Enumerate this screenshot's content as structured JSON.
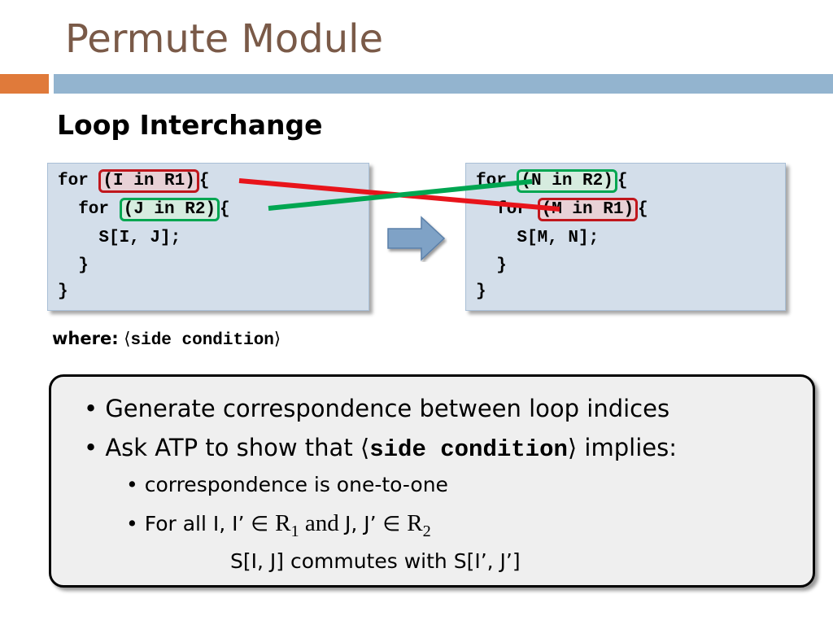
{
  "slide": {
    "title": "Permute Module",
    "subtitle": "Loop Interchange",
    "left_code": {
      "l1_kw": "for ",
      "l1_hl": "(I in R1)",
      "l1_tail": "{",
      "l2_kw": "  for ",
      "l2_hl": "(J in R2)",
      "l2_tail": "{",
      "l3": "    S[I, J];",
      "l4": "  }",
      "l5": "}"
    },
    "right_code": {
      "l1_kw": "for ",
      "l1_hl": "(N in R2)",
      "l1_tail": "{",
      "l2_kw": "  for ",
      "l2_hl": "(M in R1)",
      "l2_tail": "{",
      "l3": "    S[M, N];",
      "l4": "  }",
      "l5": "}"
    },
    "where_label": "where:",
    "where_open": "⟨",
    "where_code": "side condition",
    "where_close": "⟩",
    "note": {
      "b1": "Generate correspondence between loop indices",
      "b2_pre": "Ask ATP to show that ",
      "b2_open": "⟨",
      "b2_code": "side condition",
      "b2_close": "⟩",
      "b2_post": " implies:",
      "s1": "correspondence is one-to-one",
      "s2_pre": "For all I, I’ ∈ ",
      "s2_r1": "R",
      "s2_r1_sub": "1",
      "s2_and": " and ",
      "s2_mid": "J, J’ ∈ ",
      "s2_r2": "R",
      "s2_r2_sub": "2",
      "s3": "S[I, J] commutes with S[I’, J’]",
      "bullet": "•"
    },
    "colors": {
      "title": "#7a5a48",
      "accent_orange": "#e07a3a",
      "accent_blue": "#93b4cf",
      "code_bg": "#d3deea",
      "highlight_red": "#c0161c",
      "highlight_green": "#00a651",
      "arrow_fill": "#7fa2c6"
    },
    "icons": {
      "arrow": "right-arrow-icon"
    }
  }
}
